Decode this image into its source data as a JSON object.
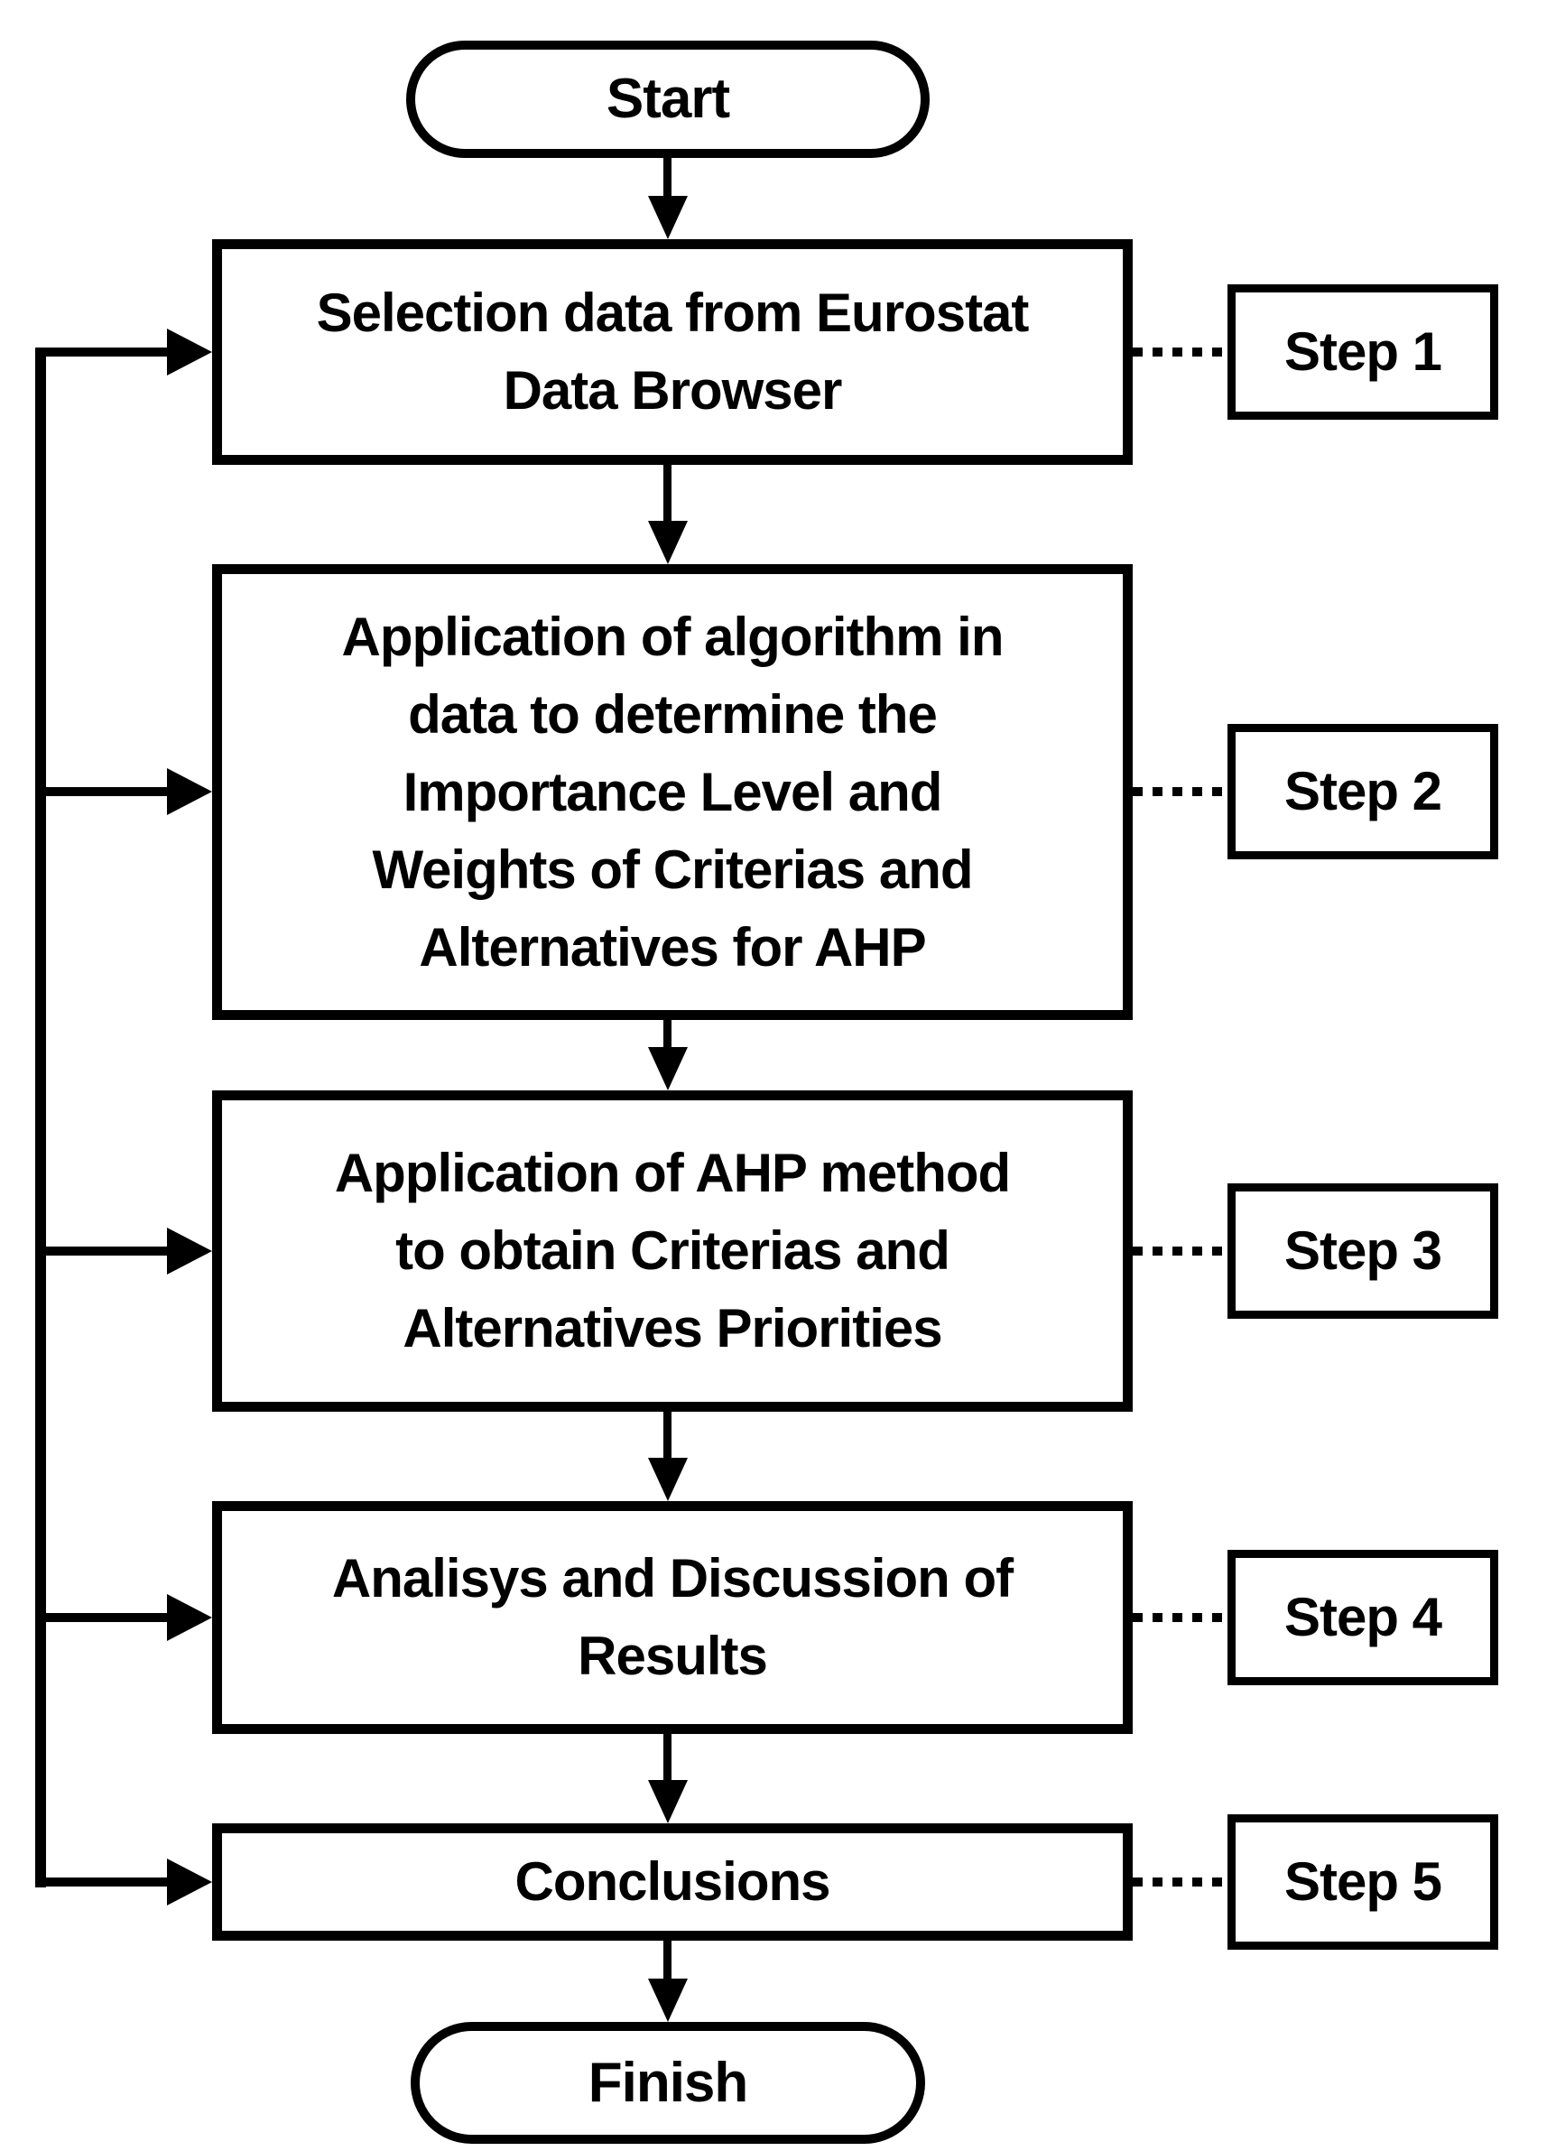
{
  "diagram": {
    "type": "flowchart",
    "background_color": "#ffffff",
    "stroke_color": "#000000",
    "start": {
      "label": "Start"
    },
    "finish": {
      "label": "Finish"
    },
    "steps": [
      {
        "label": "Selection data from Eurostat\nData Browser",
        "step_label": "Step 1"
      },
      {
        "label": "Application of algorithm in\ndata to determine the\nImportance Level and\nWeights of Criterias and\nAlternatives for AHP",
        "step_label": "Step 2"
      },
      {
        "label": "Application of AHP method\nto obtain Criterias and\nAlternatives Priorities",
        "step_label": "Step 3"
      },
      {
        "label": "Analisys and Discussion of\nResults",
        "step_label": "Step 4"
      },
      {
        "label": "Conclusions",
        "step_label": "Step 5"
      }
    ]
  }
}
